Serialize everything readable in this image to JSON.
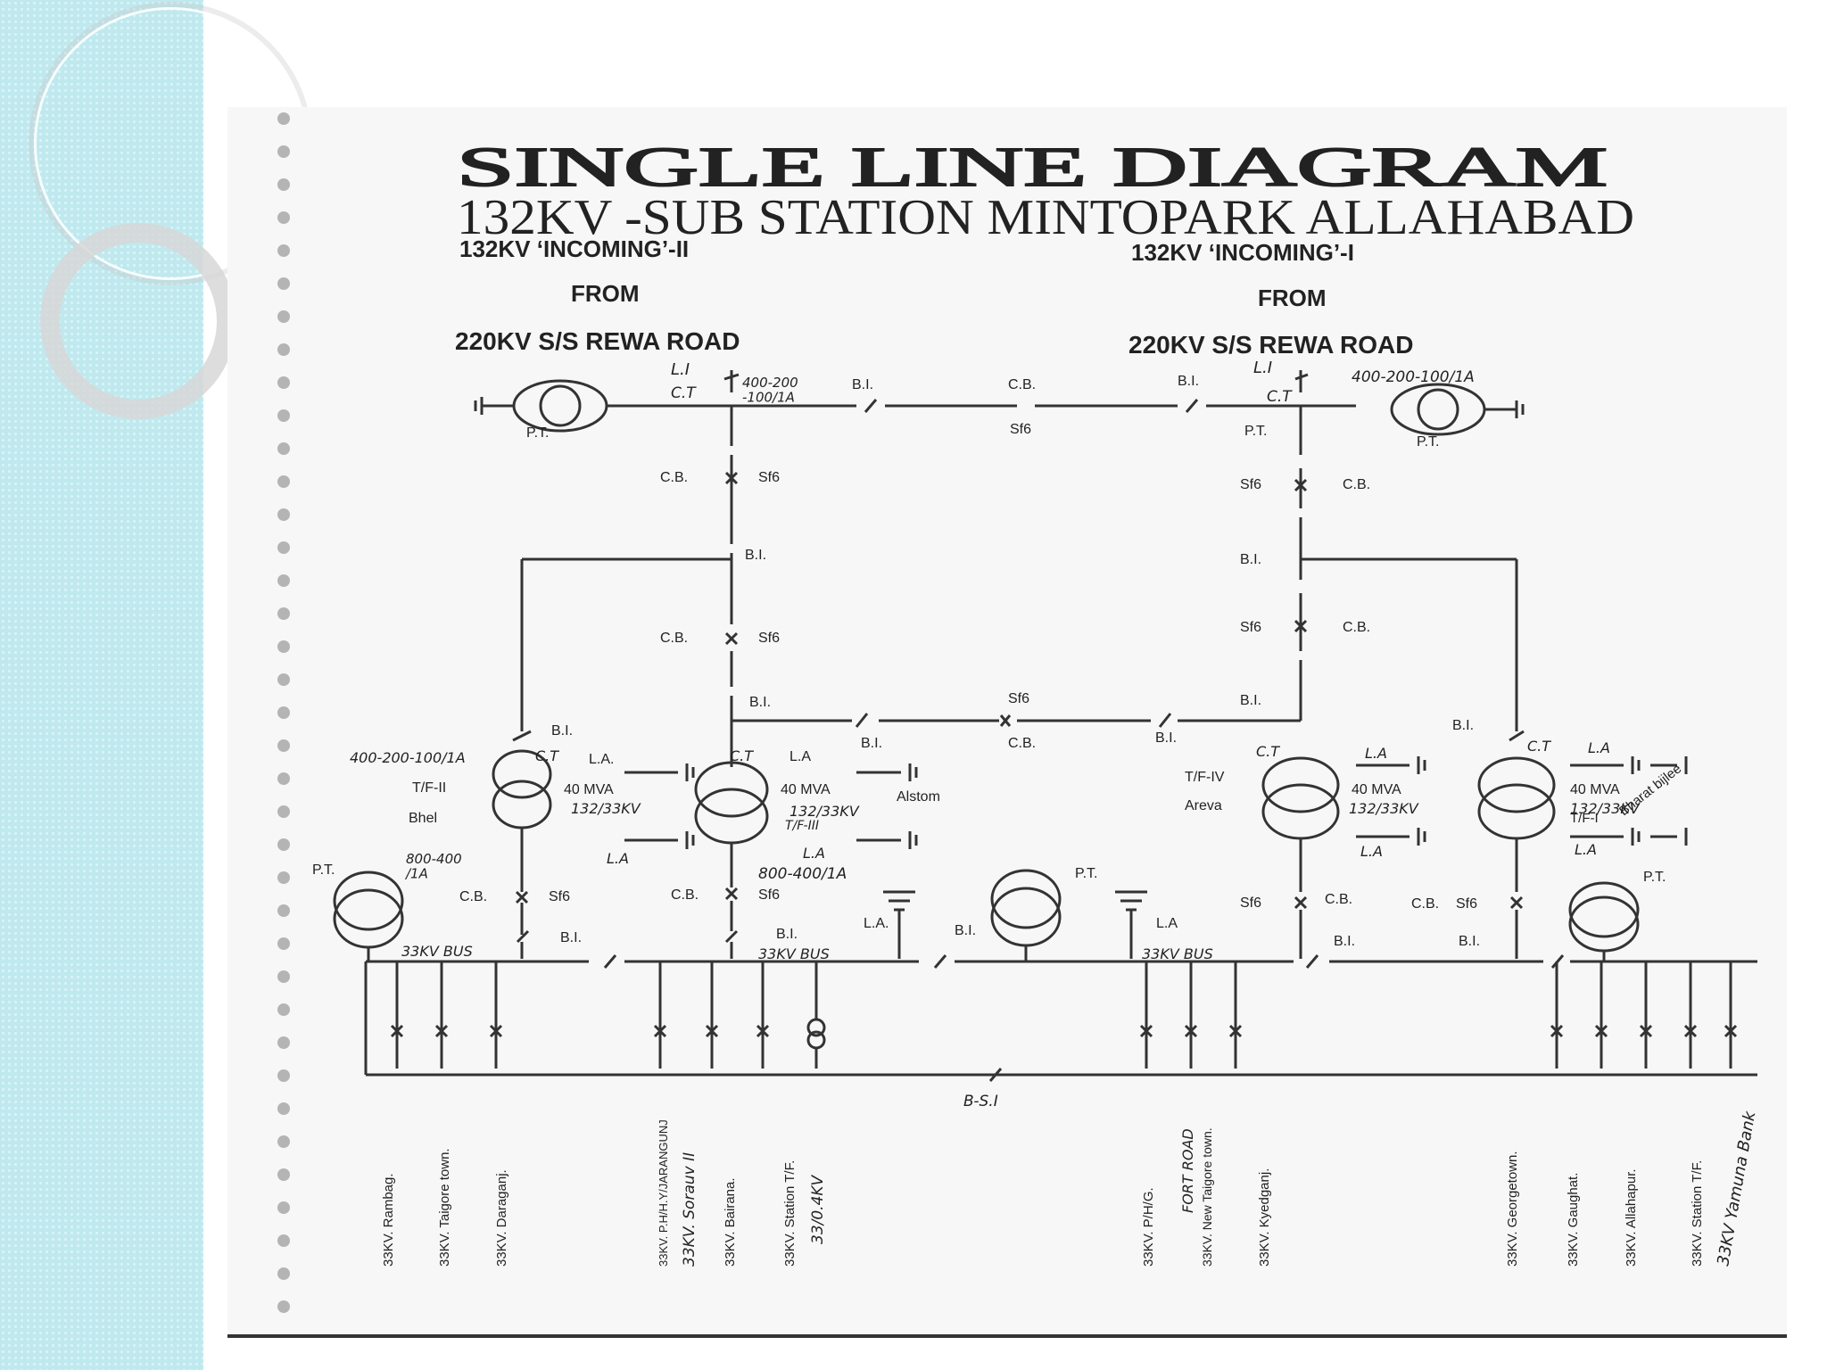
{
  "slide": {
    "theme_colors": {
      "sidebar": "#bfe9ee",
      "paper": "#f7f7f7",
      "ink": "#222222"
    }
  },
  "diagram": {
    "title": "SINGLE LINE DIAGRAM",
    "subtitle": "132KV -SUB STATION   MINTOPARK  ALLAHABAD",
    "incoming_left": {
      "line": "132KV ‘INCOMING’-II",
      "from": "FROM",
      "source": "220KV  S/S REWA ROAD"
    },
    "incoming_right": {
      "line": "132KV ‘INCOMING’-I",
      "from": "FROM",
      "source": "220KV  S/S REWA ROAD"
    },
    "labels": {
      "li": "L.I",
      "ct": "C.T",
      "ct_ratio_left": "400-200\n-100/1A",
      "ct_ratio_right": "400-200-100/1A",
      "bi": "B.I.",
      "cb": "C.B.",
      "sf6": "Sf6",
      "pt": "P.T.",
      "la": "L.A.",
      "la_short": "L.A",
      "ct_tf2": "400-200-100/1A",
      "tf2_name": "T/F-II",
      "tf2_make": "Bhel",
      "tf3_name": "T/F-III",
      "tf3_make": "Alstom",
      "tf4_name": "T/F-IV",
      "tf4_make": "Areva",
      "tf1_name": "T/F-I",
      "tf1_make": "Bharat bijlee",
      "rating": "40 MVA",
      "voltage": "132/33KV",
      "lv_ct_left": "800-400\n/1A",
      "lv_ct_mid": "800-400/1A",
      "bus_33kv": "33KV BUS",
      "bsi": "B-S.I"
    },
    "feeders": [
      "33KV. Rambag.",
      "33KV. Taigore town.",
      "33KV. Daraganj.",
      "33KV. P.H/H.Y/JARANGUNJ",
      "33KV. Sorauv II",
      "33KV. Bairana.",
      "33KV. Station T/F.",
      "33/0.4KV",
      "33KV. P/H/G.",
      "FORT ROAD",
      "33KV. New Taigore town.",
      "33KV. Kyedganj.",
      "33KV. Georgetown.",
      "33KV. Gaughat.",
      "33KV. Allahapur.",
      "33KV. Station T/F.",
      "33KV Yamuna Bank"
    ]
  }
}
